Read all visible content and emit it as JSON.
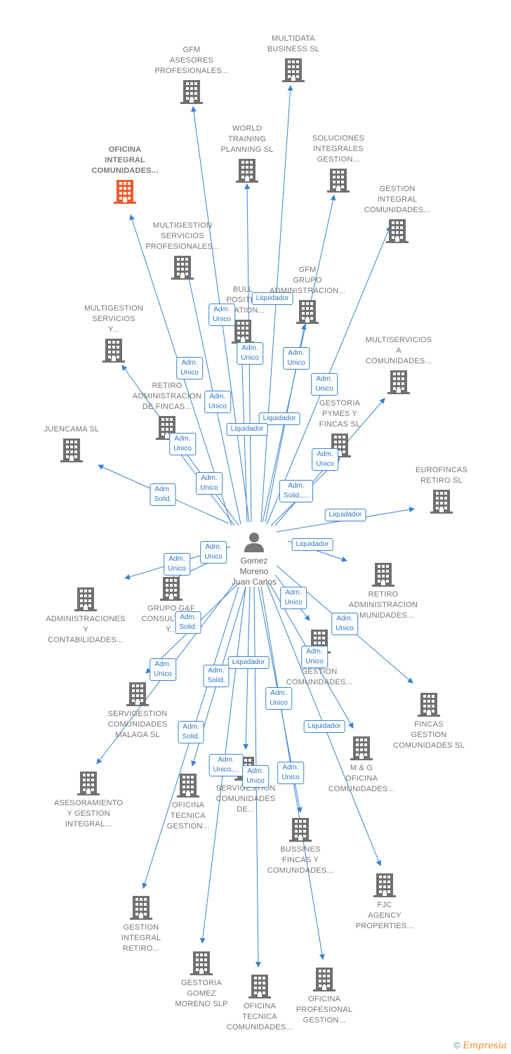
{
  "center": {
    "name": [
      "Gomez",
      "Moreno",
      "Juan Carlos"
    ]
  },
  "nodes": [
    {
      "name": [
        "MULTIDATA",
        "BUSINESS SL"
      ]
    },
    {
      "name": [
        "GFM",
        "ASESORES",
        "PROFESIONALES..."
      ]
    },
    {
      "name": [
        "OFICINA",
        "INTEGRAL",
        "COMUNIDADES..."
      ],
      "highlight": true
    },
    {
      "name": [
        "WORLD",
        "TRAINING",
        "PLANNING SL"
      ]
    },
    {
      "name": [
        "SOLUCIONES",
        "INTEGRALES",
        "GESTION..."
      ]
    },
    {
      "name": [
        "GESTION",
        "INTEGRAL",
        "COMUNIDADES..."
      ]
    },
    {
      "name": [
        "MULTIGESTION",
        "SERVICIOS",
        "PROFESIONALES..."
      ]
    },
    {
      "name": [
        "GFM",
        "GRUPO",
        "ADMINISTRACION..."
      ]
    },
    {
      "name": [
        "BULL",
        "POSITI...",
        "...MATION..."
      ]
    },
    {
      "name": [
        "MULTIGESTION",
        "SERVICIOS",
        "Y..."
      ]
    },
    {
      "name": [
        "MULTISERVICIOS",
        "A",
        "COMUNIDADES..."
      ]
    },
    {
      "name": [
        "RETIRO",
        "ADMINISTRACION",
        "DE FINCAS..."
      ]
    },
    {
      "name": [
        "GESTORIA",
        "PYMES Y",
        "FINCAS SL"
      ]
    },
    {
      "name": [
        "JUENCAMA  SL"
      ]
    },
    {
      "name": [
        "EUROFINCAS",
        "RETIRO SL"
      ]
    },
    {
      "name": [
        "RETIRO",
        "ADMINISTRACION",
        "...MUNIDADES..."
      ]
    },
    {
      "name": [
        "ADMINISTRACIONES",
        "Y",
        "CONTABILIDADES..."
      ]
    },
    {
      "name": [
        "GRUPO G&F",
        "CONSULTORES",
        "Y..."
      ]
    },
    {
      "name": [
        "...O",
        "GESTION",
        "COMUNIDADES..."
      ]
    },
    {
      "name": [
        "FINCAS",
        "GESTION",
        "COMUNIDADES SL"
      ]
    },
    {
      "name": [
        "SERVIGESTION",
        "COMUNIDADES",
        "MALAGA  SL"
      ]
    },
    {
      "name": [
        "M & G",
        "OFICINA",
        "COMUNIDADES..."
      ]
    },
    {
      "name": [
        "ASESORAMIENTO",
        "Y GESTION",
        "INTEGRAL..."
      ]
    },
    {
      "name": [
        "OFICINA",
        "TECNICA",
        "GESTION..."
      ]
    },
    {
      "name": [
        "SERVIGESTION",
        "COMUNIDADES",
        "DE..."
      ]
    },
    {
      "name": [
        "BUSSINES",
        "FINCAS Y",
        "COMUNIDADES..."
      ]
    },
    {
      "name": [
        "FJC",
        "AGENCY",
        "PROPERTIES..."
      ]
    },
    {
      "name": [
        "GESTION",
        "INTEGRAL",
        "RETIRO..."
      ]
    },
    {
      "name": [
        "GESTORIA",
        "GOMEZ",
        "MORENO  SLP"
      ]
    },
    {
      "name": [
        "OFICINA",
        "TECNICA",
        "COMUNIDADES..."
      ]
    },
    {
      "name": [
        "OFICINA",
        "PROFESIONAL",
        "GESTION..."
      ]
    }
  ],
  "edge_labels": [
    {
      "lines": [
        "Liquidador"
      ]
    },
    {
      "lines": [
        "Adm.",
        "Unico"
      ]
    },
    {
      "lines": [
        "Adm.",
        "Unico"
      ]
    },
    {
      "lines": [
        "Adm.",
        "Unico"
      ]
    },
    {
      "lines": [
        "Adm.",
        "Unico"
      ]
    },
    {
      "lines": [
        "Adm.",
        "Unico"
      ]
    },
    {
      "lines": [
        "Adm.",
        "Unico"
      ]
    },
    {
      "lines": [
        "Liquidador"
      ]
    },
    {
      "lines": [
        "Liquidador"
      ]
    },
    {
      "lines": [
        "Adm.",
        "Unico"
      ]
    },
    {
      "lines": [
        "Adm.",
        "Unico"
      ]
    },
    {
      "lines": [
        "Adm.",
        "Unico"
      ]
    },
    {
      "lines": [
        "Adm.",
        "Solid."
      ]
    },
    {
      "lines": [
        "Adm.",
        "Solid.,..."
      ]
    },
    {
      "lines": [
        "Liquidador"
      ]
    },
    {
      "lines": [
        "Liquidador"
      ]
    },
    {
      "lines": [
        "Adm.",
        "Unico"
      ]
    },
    {
      "lines": [
        "Adm.",
        "Unico"
      ]
    },
    {
      "lines": [
        "Adm.",
        "Unico"
      ]
    },
    {
      "lines": [
        "Adm.",
        "Unico"
      ]
    },
    {
      "lines": [
        "Adm.",
        "Solid."
      ]
    },
    {
      "lines": [
        "Adm.",
        "Unico"
      ]
    },
    {
      "lines": [
        "Adm.",
        "Unico"
      ]
    },
    {
      "lines": [
        "Liquidador"
      ]
    },
    {
      "lines": [
        "Adm.",
        "Solid."
      ]
    },
    {
      "lines": [
        "Adm.",
        "Unico"
      ]
    },
    {
      "lines": [
        "Liquidador"
      ]
    },
    {
      "lines": [
        "Adm.",
        "Solid."
      ]
    },
    {
      "lines": [
        "Adm.",
        "Unico,..."
      ]
    },
    {
      "lines": [
        "Adm.",
        "Unico"
      ]
    },
    {
      "lines": [
        "Adm.",
        "Unico"
      ]
    }
  ],
  "colors": {
    "edge": "#3a83d1",
    "building": "#707070",
    "highlight": "#f05a28",
    "person": "#777777"
  },
  "footer": {
    "copyright": "©",
    "brand": "Empresia"
  }
}
